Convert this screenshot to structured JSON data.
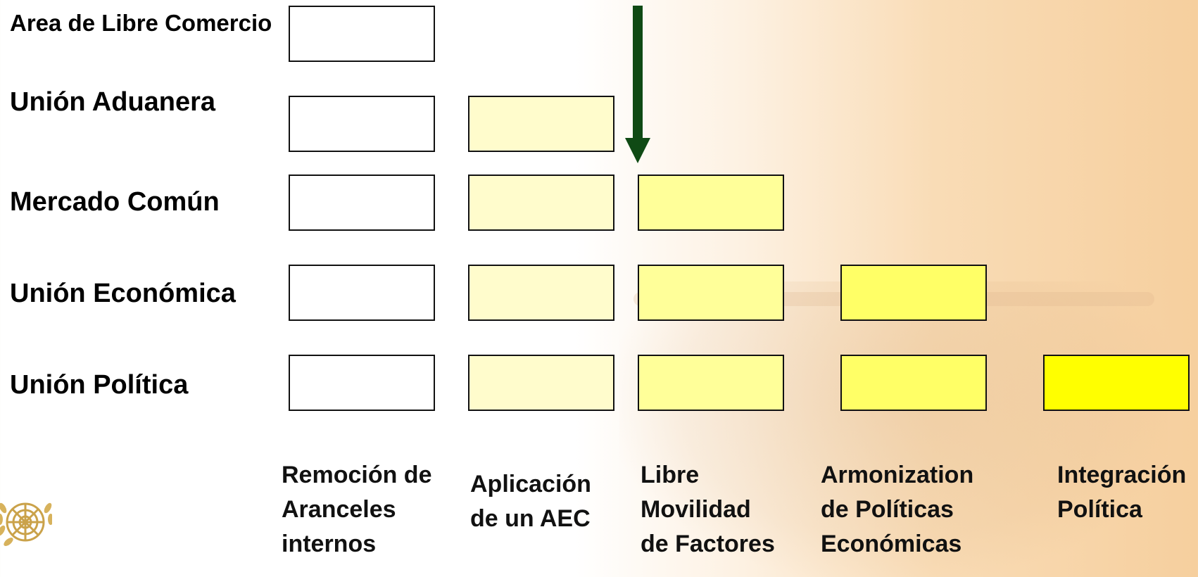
{
  "rows": [
    {
      "label": "Area de Libre Comercio",
      "boxes": 1
    },
    {
      "label": "Unión Aduanera",
      "boxes": 2
    },
    {
      "label": "Mercado Común",
      "boxes": 3
    },
    {
      "label": "Unión Económica",
      "boxes": 4
    },
    {
      "label": "Unión Política",
      "boxes": 5
    }
  ],
  "columns": [
    {
      "lines": [
        "Remoción de",
        "Aranceles",
        "internos"
      ],
      "fill": "#ffffff"
    },
    {
      "lines": [
        "Aplicación",
        "de un AEC"
      ],
      "fill": "#fffccc"
    },
    {
      "lines": [
        "Libre",
        "Movilidad",
        "de Factores"
      ],
      "fill": "#ffff99"
    },
    {
      "lines": [
        "Armonization",
        "de Políticas",
        "Económicas"
      ],
      "fill": "#ffff66"
    },
    {
      "lines": [
        "Integración",
        "Política"
      ],
      "fill": "#ffff00"
    }
  ],
  "arrow_color": "#0f4a14",
  "logo_icon": "un-emblem-icon"
}
